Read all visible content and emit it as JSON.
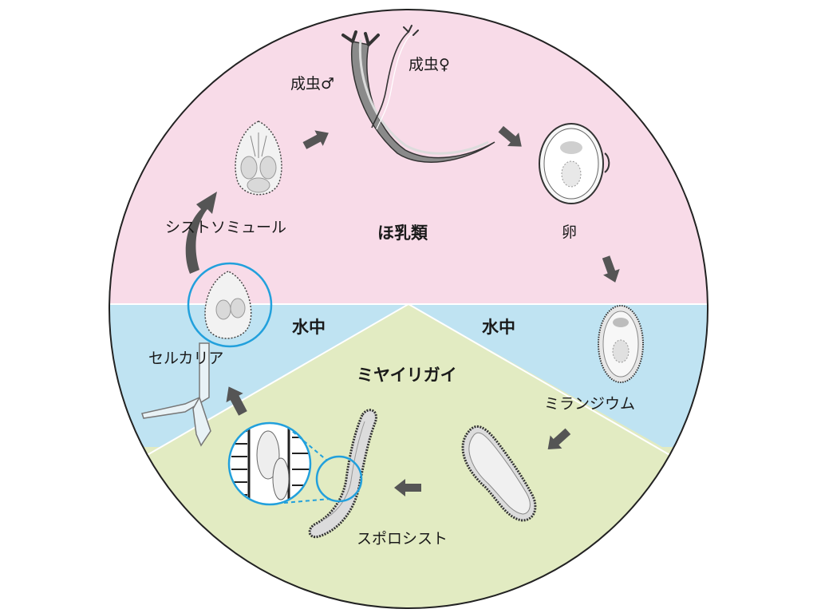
{
  "diagram": {
    "zones": {
      "host": "ほ乳類",
      "water_left": "水中",
      "water_right": "水中",
      "snail": "ミヤイリガイ"
    },
    "stages": {
      "adult_male": "成虫♂",
      "adult_female": "成虫♀",
      "egg": "卵",
      "miracidium": "ミランジウム",
      "sporocyst": "スポロシスト",
      "cercaria": "セルカリア",
      "schistosomule": "シストソミュール"
    },
    "colors": {
      "host_bg": "#f8dbe8",
      "water_bg": "#bfe3f2",
      "snail_bg": "#e2ebc2",
      "arrow": "#555555",
      "highlight_ring": "#22a0dc",
      "outline": "#222222"
    }
  }
}
